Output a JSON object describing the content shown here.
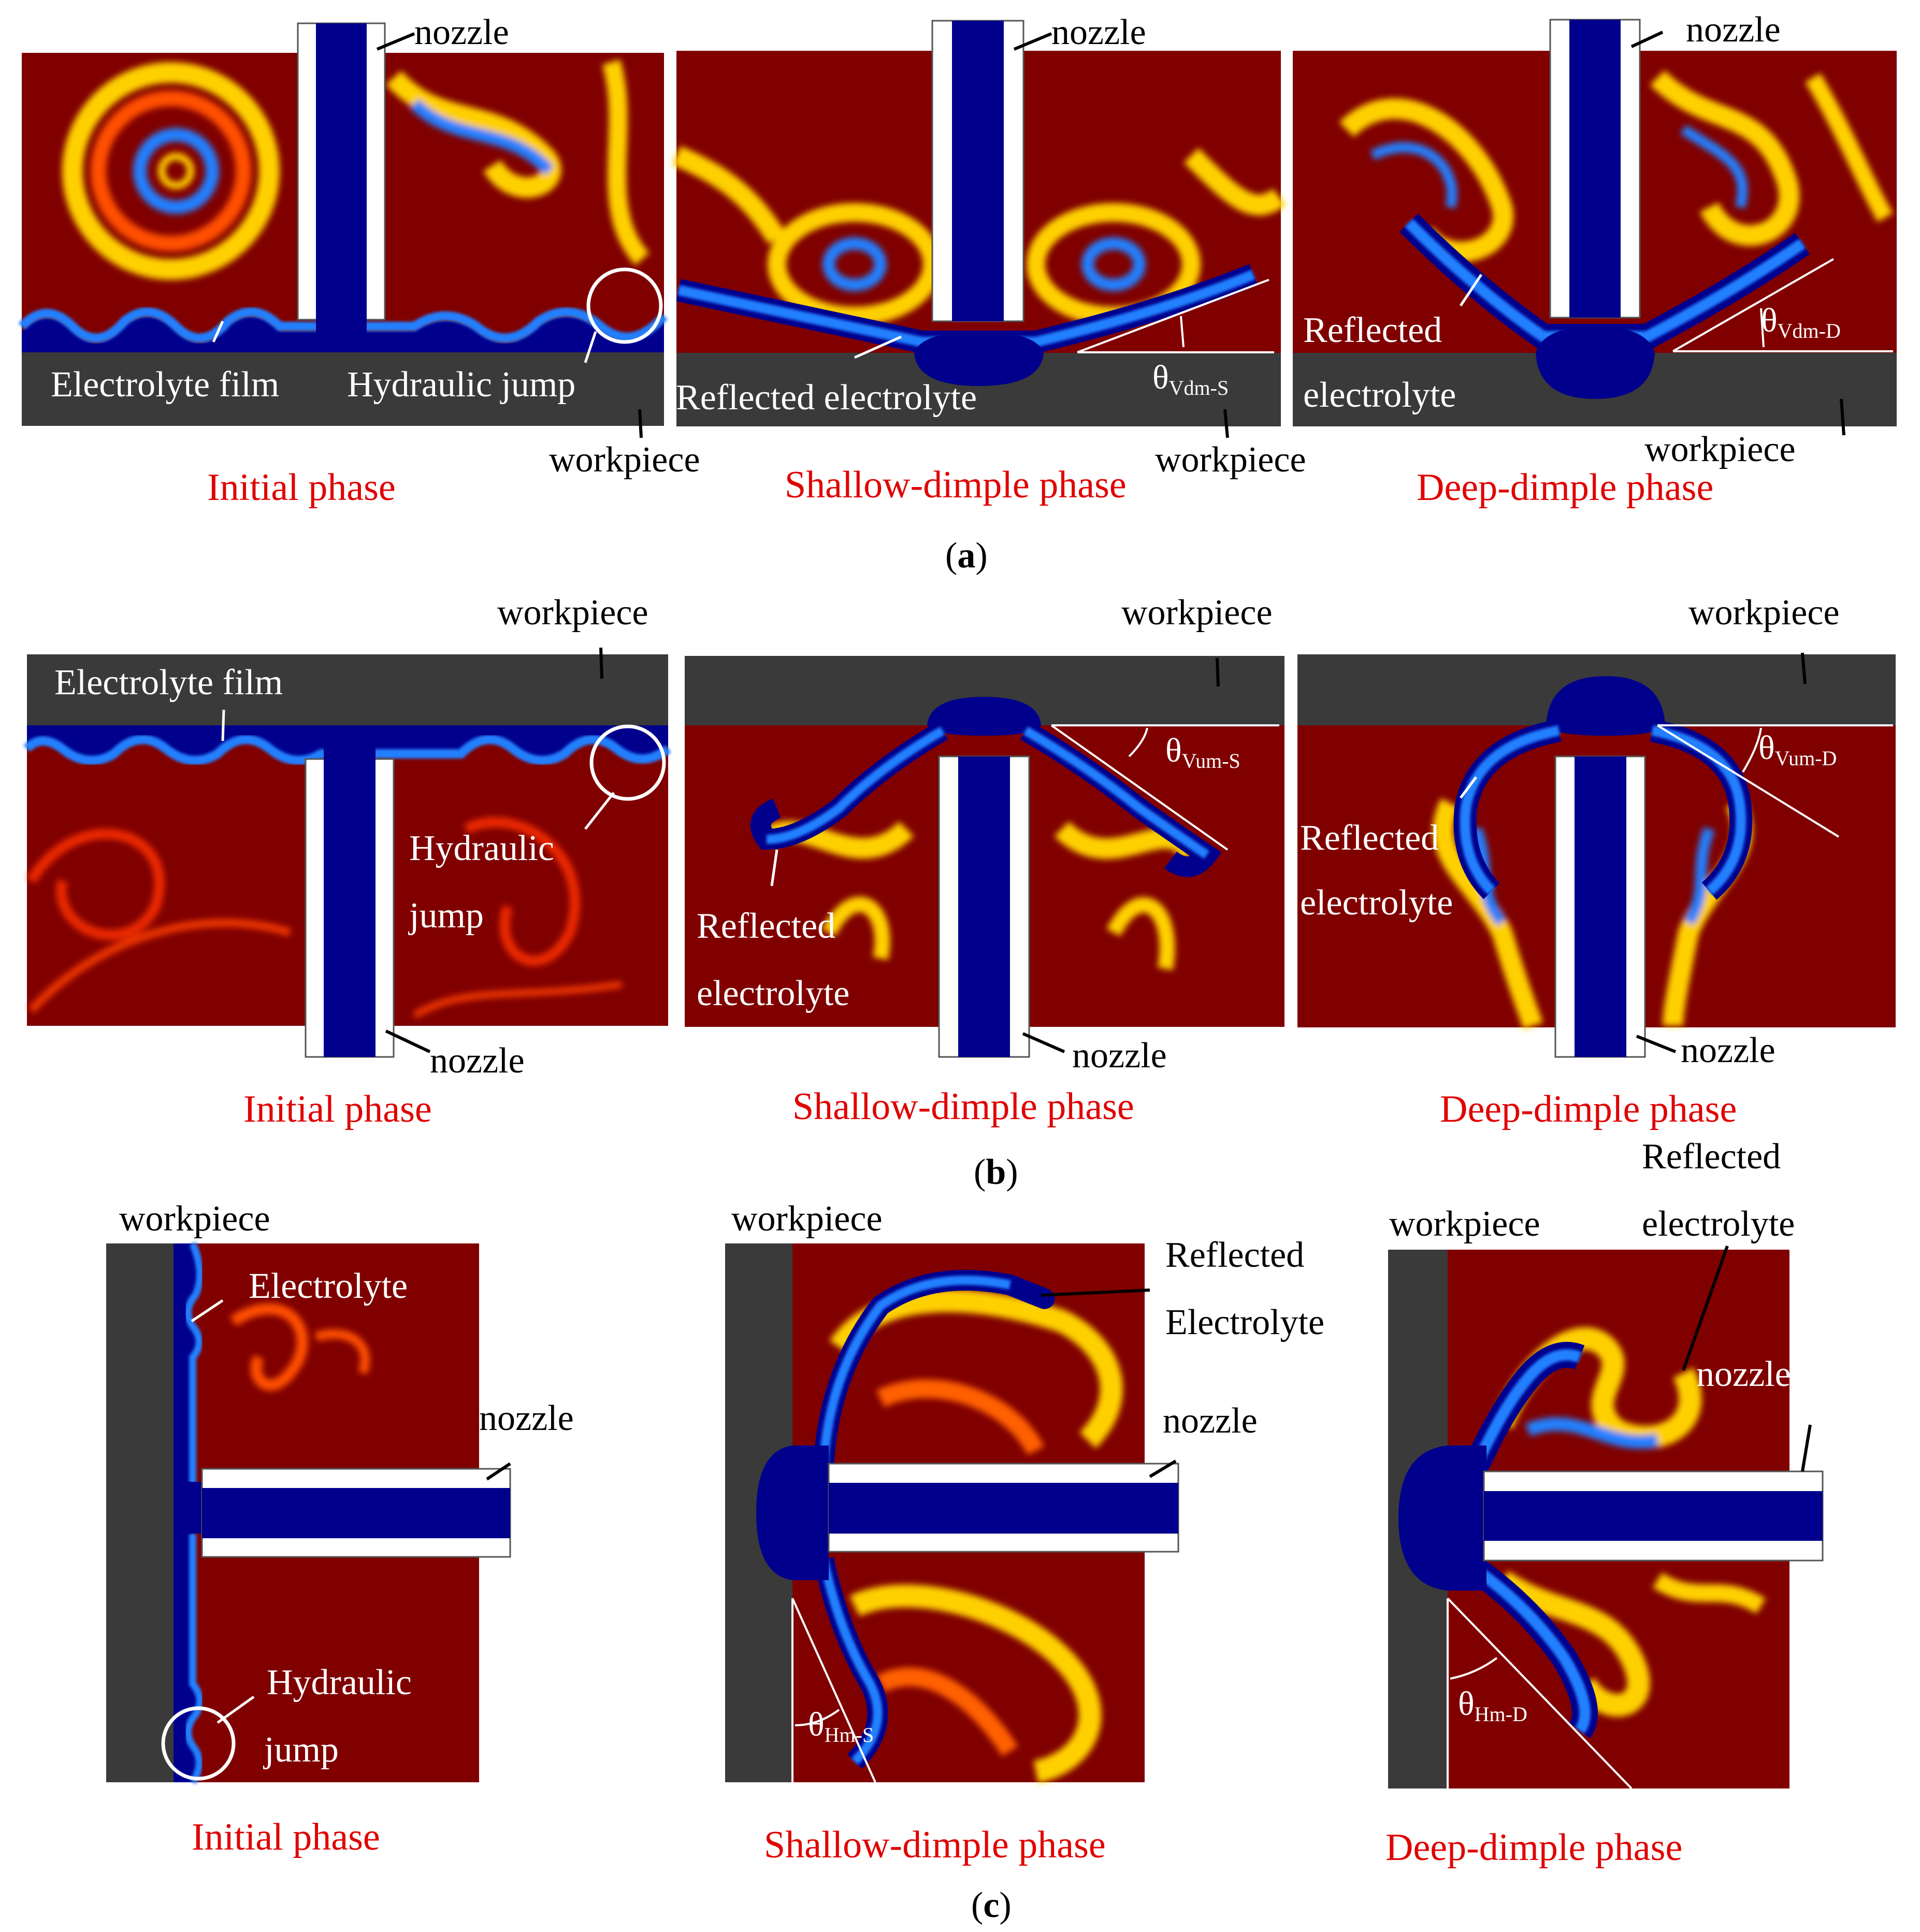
{
  "panel_a": {
    "caption": "a",
    "phases": {
      "initial": "Initial phase",
      "shallow": "Shallow-dimple phase",
      "deep": "Deep-dimple phase"
    },
    "labels": {
      "nozzle": "nozzle",
      "workpiece": "workpiece",
      "electrolyte_film": "Electrolyte film",
      "hydraulic_jump": "Hydraulic jump",
      "reflected_electrolyte": "Reflected electrolyte",
      "reflected": "Reflected",
      "electrolyte": "electrolyte",
      "theta": "θ",
      "theta_shallow_sub": "Vdm-S",
      "theta_deep_sub": "Vdm-D"
    }
  },
  "panel_b": {
    "caption": "b",
    "phases": {
      "initial": "Initial phase",
      "shallow": "Shallow-dimple phase",
      "deep": "Deep-dimple phase"
    },
    "labels": {
      "nozzle": "nozzle",
      "workpiece": "workpiece",
      "electrolyte_film": "Electrolyte film",
      "hydraulic": "Hydraulic",
      "jump": "jump",
      "reflected": "Reflected",
      "electrolyte": "electrolyte",
      "theta": "θ",
      "theta_shallow_sub": "Vum-S",
      "theta_deep_sub": "Vum-D"
    }
  },
  "panel_c": {
    "caption": "c",
    "phases": {
      "initial": "Initial phase",
      "shallow": "Shallow-dimple phase",
      "deep": "Deep-dimple phase"
    },
    "labels": {
      "nozzle": "nozzle",
      "workpiece": "workpiece",
      "electrolyte": "Electrolyte",
      "hydraulic": "Hydraulic",
      "jump": "jump",
      "reflected": "Reflected",
      "electrolyte_lc": "electrolyte",
      "theta": "θ",
      "theta_shallow_sub": "Hm-S",
      "theta_deep_sub": "Hm-D"
    }
  },
  "colors": {
    "background_fluid": "#800000",
    "electrolyte_core": "#00008c",
    "swirl_mid": "#2080ff",
    "swirl_hot": "#ffd000",
    "workpiece": "#3a3a3a",
    "phase_label": "#e00000"
  }
}
